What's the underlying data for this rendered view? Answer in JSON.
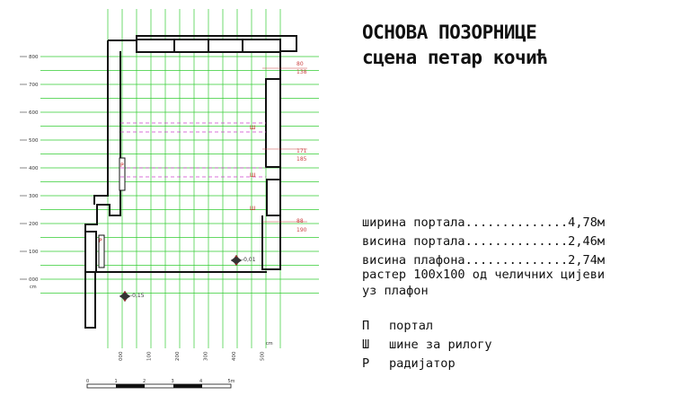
{
  "title": {
    "line1": "ОСНОВА ПОЗОРНИЦЕ",
    "line2": "сцена петар кочић"
  },
  "specs": [
    {
      "text": "ширина портала..............4,78м"
    },
    {
      "text": "висина портала..............2,46м"
    },
    {
      "text": "висина плафона..............2,74м"
    },
    {
      "text": "растер 100х100 од челичних цијеви"
    },
    {
      "text": "уз плафон"
    }
  ],
  "legend": [
    {
      "key": "П",
      "text": "портал"
    },
    {
      "key": "Ш",
      "text": "шине за рилогу"
    },
    {
      "key": "Р",
      "text": "радијатор"
    }
  ],
  "plan": {
    "y_axis_labels": [
      "800",
      "700",
      "600",
      "500",
      "400",
      "300",
      "200",
      "100",
      "000"
    ],
    "y_axis_unit": "cm",
    "x_axis_labels": [
      "000",
      "100",
      "200",
      "300",
      "400",
      "500"
    ],
    "x_axis_unit": "cm",
    "dimensions": [
      {
        "top": "80",
        "bottom": "138"
      },
      {
        "top": "171",
        "bottom": "185"
      },
      {
        "top": "88",
        "bottom": "190"
      }
    ],
    "rail_markers": [
      "Ш",
      "Ш",
      "Ш"
    ],
    "radiator_markers": [
      "Р",
      "Р"
    ],
    "levels": [
      "-0,01",
      "-0,15"
    ],
    "scale_labels": [
      "0",
      "1",
      "2",
      "3",
      "4",
      "5m"
    ],
    "colors": {
      "grid": "#33cc33",
      "wall": "#111111",
      "dimension": "#cc4444",
      "rail": "#cc44cc",
      "level_marker": "#cc2222"
    }
  }
}
